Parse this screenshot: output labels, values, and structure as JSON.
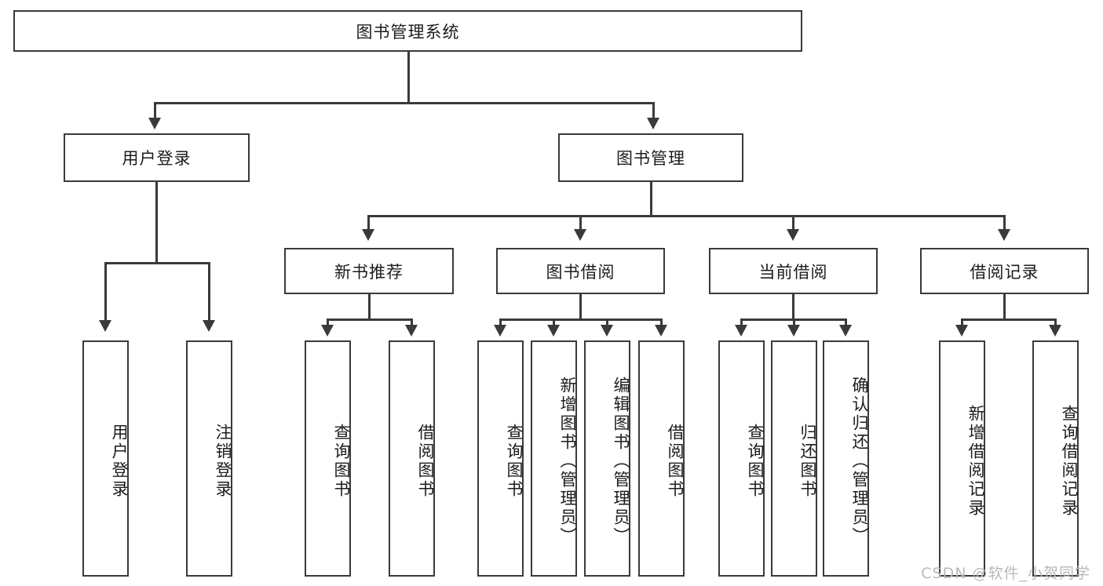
{
  "diagram": {
    "title": "图书管理系统",
    "type": "functional-structure-tree",
    "root": {
      "label": "图书管理系统"
    },
    "level2": [
      {
        "label": "用户登录"
      },
      {
        "label": "图书管理"
      }
    ],
    "level3": [
      {
        "label": "新书推荐"
      },
      {
        "label": "图书借阅"
      },
      {
        "label": "当前借阅"
      },
      {
        "label": "借阅记录"
      }
    ],
    "leaves": {
      "user_login": [
        {
          "label": "用户登录"
        },
        {
          "label": "注销登录"
        }
      ],
      "new_book_recommend": [
        {
          "label": "查询图书"
        },
        {
          "label": "借阅图书"
        }
      ],
      "book_borrow": [
        {
          "label": "查询图书"
        },
        {
          "label": "新增图书（管理员）"
        },
        {
          "label": "编辑图书（管理员）"
        },
        {
          "label": "借阅图书"
        }
      ],
      "current_borrow": [
        {
          "label": "查询图书"
        },
        {
          "label": "归还图书"
        },
        {
          "label": "确认归还（管理员）"
        }
      ],
      "borrow_record": [
        {
          "label": "新增借阅记录"
        },
        {
          "label": "查询借阅记录"
        }
      ]
    }
  },
  "watermark": {
    "text": "CSDN @软件_小贺同学"
  },
  "colors": {
    "stroke": "#3a3a3a",
    "text": "#1c1c1c",
    "background": "#ffffff",
    "watermark": "#b9b9b9"
  }
}
